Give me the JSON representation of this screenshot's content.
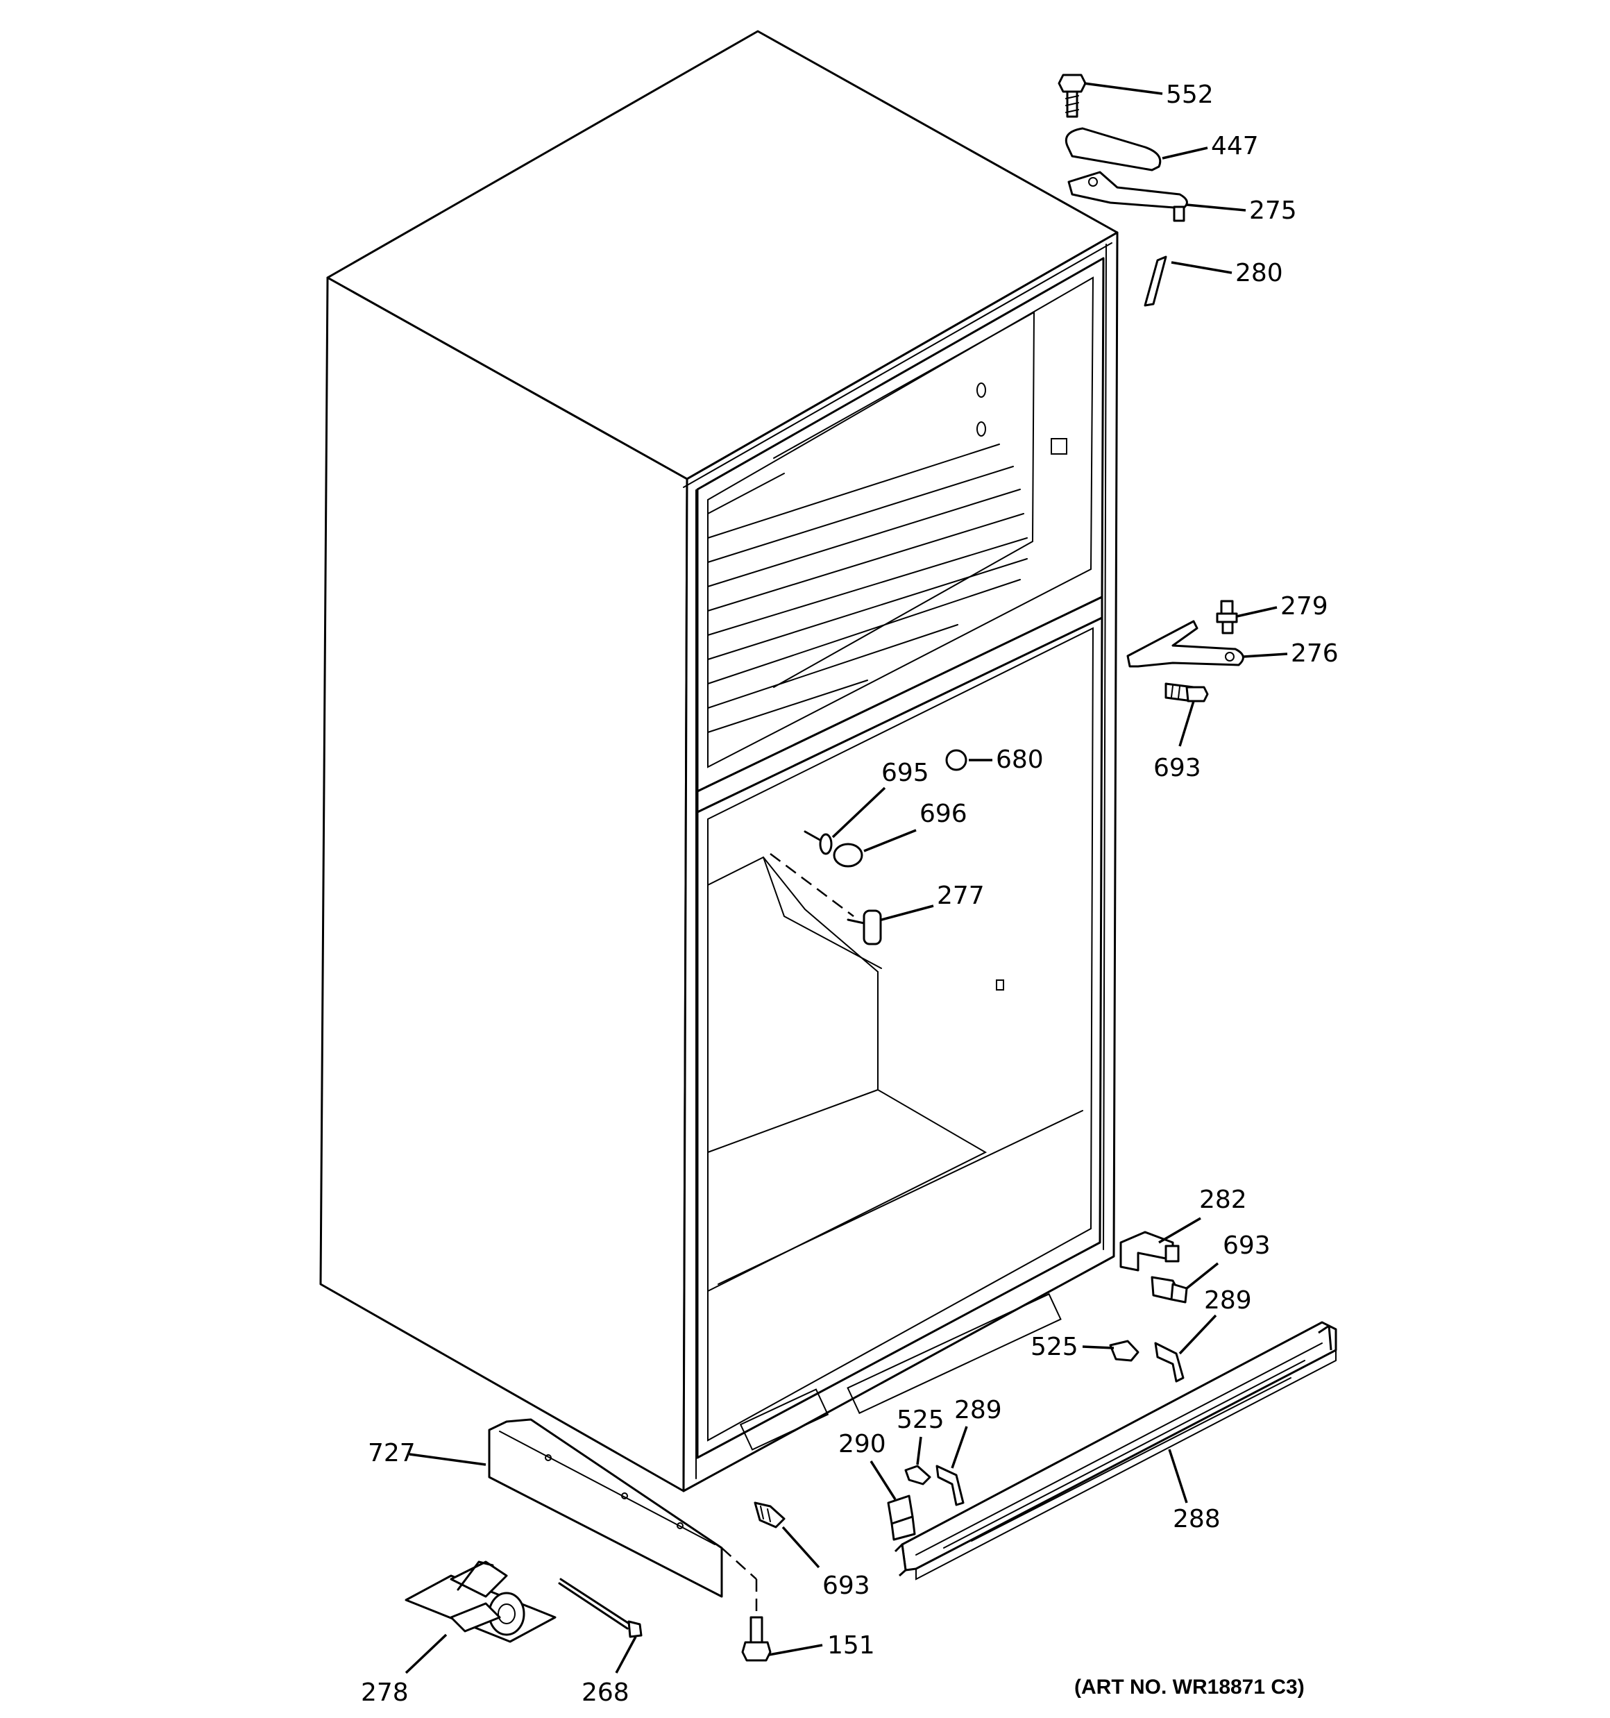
{
  "callouts": [
    {
      "id": "552",
      "text": "552"
    },
    {
      "id": "447",
      "text": "447"
    },
    {
      "id": "275",
      "text": "275"
    },
    {
      "id": "280",
      "text": "280"
    },
    {
      "id": "279",
      "text": "279"
    },
    {
      "id": "276",
      "text": "276"
    },
    {
      "id": "693a",
      "text": "693"
    },
    {
      "id": "680",
      "text": "680"
    },
    {
      "id": "695",
      "text": "695"
    },
    {
      "id": "696",
      "text": "696"
    },
    {
      "id": "277",
      "text": "277"
    },
    {
      "id": "282",
      "text": "282"
    },
    {
      "id": "693b",
      "text": "693"
    },
    {
      "id": "289a",
      "text": "289"
    },
    {
      "id": "525a",
      "text": "525"
    },
    {
      "id": "525b",
      "text": "525"
    },
    {
      "id": "289b",
      "text": "289"
    },
    {
      "id": "290",
      "text": "290"
    },
    {
      "id": "727",
      "text": "727"
    },
    {
      "id": "288",
      "text": "288"
    },
    {
      "id": "693c",
      "text": "693"
    },
    {
      "id": "151",
      "text": "151"
    },
    {
      "id": "278",
      "text": "278"
    },
    {
      "id": "268",
      "text": "268"
    }
  ],
  "art_number": "(ART NO. WR18871 C3)"
}
